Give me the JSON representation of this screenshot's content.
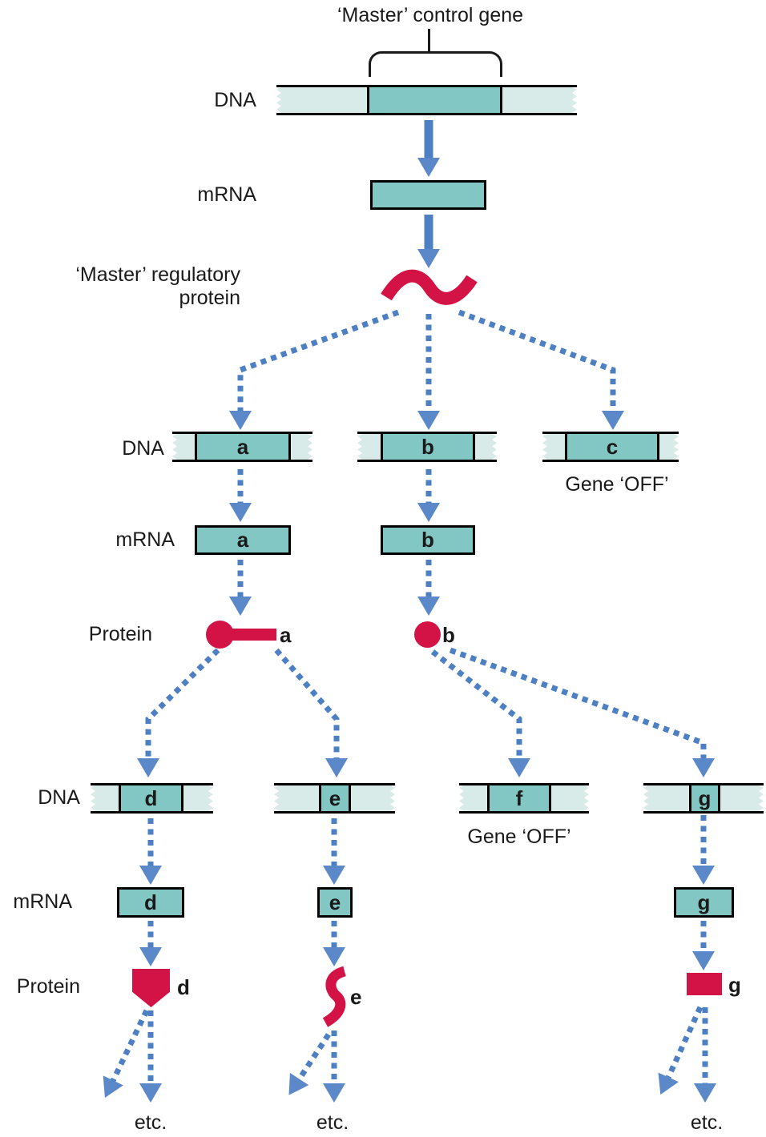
{
  "title": "‘Master’ control gene",
  "row_labels": {
    "dna": "DNA",
    "mrna": "mRNA",
    "protein": "Protein"
  },
  "master_protein_label": {
    "line1": "‘Master’ regulatory",
    "line2": "protein"
  },
  "gene_off_label": "Gene ‘OFF’",
  "etc_label": "etc.",
  "row2": {
    "dna_genes": [
      {
        "letter": "a"
      },
      {
        "letter": "b"
      },
      {
        "letter": "c"
      }
    ],
    "mrna": [
      {
        "letter": "a"
      },
      {
        "letter": "b"
      }
    ],
    "proteins": [
      {
        "letter": "a",
        "shape": "circle-with-bar"
      },
      {
        "letter": "b",
        "shape": "circle"
      }
    ]
  },
  "row3": {
    "dna_genes": [
      {
        "letter": "d"
      },
      {
        "letter": "e"
      },
      {
        "letter": "f"
      },
      {
        "letter": "g"
      }
    ],
    "mrna": [
      {
        "letter": "d"
      },
      {
        "letter": "e"
      },
      {
        "letter": "g"
      }
    ],
    "proteins": [
      {
        "letter": "d",
        "shape": "pentagon"
      },
      {
        "letter": "e",
        "shape": "s-squiggle"
      },
      {
        "letter": "g",
        "shape": "rectangle"
      }
    ]
  },
  "icons": {
    "master_protein_shape": "wave-squiggle",
    "arrow_solid": "solid-arrow",
    "arrow_dashed": "dashed-arrow"
  },
  "colors": {
    "dna_light": "#d8ebe8",
    "dna_dark": "#82c7c3",
    "protein_red": "#d31245",
    "arrow_blue": "#4d7fc3",
    "text": "#1a1a1a"
  }
}
